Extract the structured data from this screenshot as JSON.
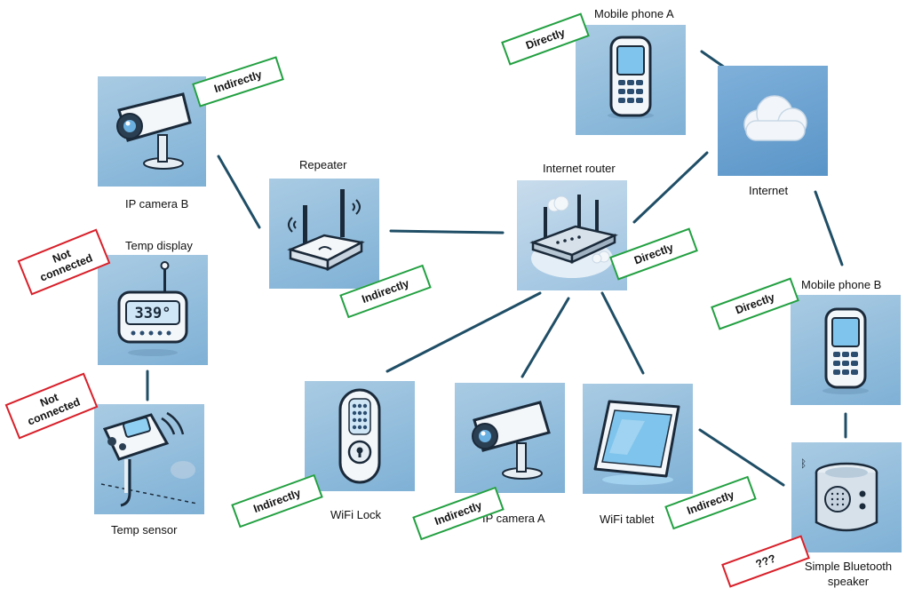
{
  "devices": {
    "mobile_phone_a": "Mobile phone A",
    "internet": "Internet",
    "ip_camera_b": "IP camera B",
    "repeater": "Repeater",
    "internet_router": "Internet router",
    "temp_display": "Temp display",
    "temp_sensor": "Temp sensor",
    "mobile_phone_b": "Mobile phone B",
    "wifi_lock": "WiFi Lock",
    "ip_camera_a": "IP camera A",
    "wifi_tablet": "WiFi tablet",
    "bluetooth_speaker_line1": "Simple Bluetooth",
    "bluetooth_speaker_line2": "speaker"
  },
  "badges": {
    "mobile_phone_a": "Directly",
    "ip_camera_b": "Indirectly",
    "repeater": "Indirectly",
    "internet_router": "Directly",
    "mobile_phone_b": "Directly",
    "temp_display_line1": "Not",
    "temp_display_line2": "connected",
    "temp_sensor_line1": "Not",
    "temp_sensor_line2": "connected",
    "wifi_lock": "Indirectly",
    "ip_camera_a": "Indirectly",
    "wifi_tablet": "Indirectly",
    "bluetooth_speaker": "???"
  },
  "colors": {
    "connected_border": "#22a041",
    "not_connected_border": "#d8202a",
    "link_line": "#1f4e66"
  }
}
